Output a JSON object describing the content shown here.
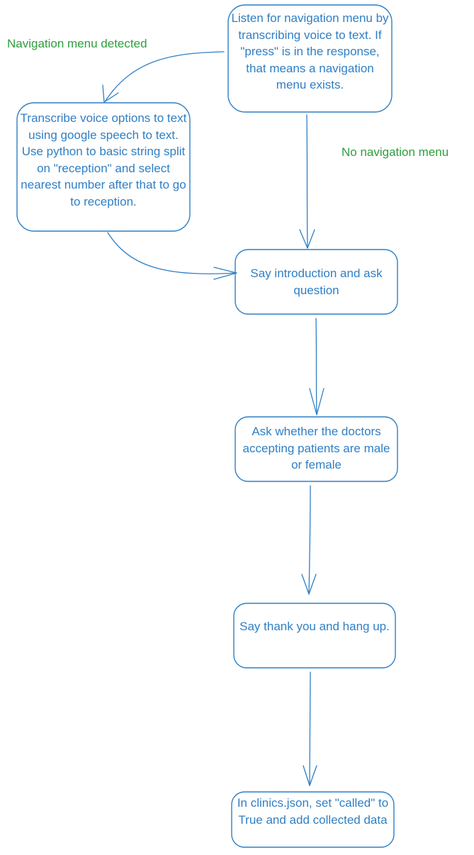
{
  "colors": {
    "node": "#2f7fc4",
    "edge_label": "#2e9e3e",
    "background": "#ffffff"
  },
  "nodes": {
    "listen": "Listen for navigation menu by transcribing voice to text. If \"press\" is in the response, that means a navigation menu exists.",
    "transcribe": "Transcribe voice options to text using google speech to text. Use python to basic string split on \"reception\" and select nearest number after that to go to reception.",
    "introduction": "Say introduction and ask question",
    "ask_gender": "Ask whether the doctors accepting patients are male or female",
    "thank_you": "Say thank you and hang up.",
    "save": "In clinics.json, set \"called\" to True and add collected data"
  },
  "edge_labels": {
    "menu_detected": "Navigation menu detected",
    "no_menu": "No navigation menu"
  },
  "edges": [
    {
      "from": "listen",
      "to": "transcribe",
      "label": "Navigation menu detected"
    },
    {
      "from": "listen",
      "to": "introduction",
      "label": "No navigation menu"
    },
    {
      "from": "transcribe",
      "to": "introduction"
    },
    {
      "from": "introduction",
      "to": "ask_gender"
    },
    {
      "from": "ask_gender",
      "to": "thank_you"
    },
    {
      "from": "thank_you",
      "to": "save"
    }
  ]
}
